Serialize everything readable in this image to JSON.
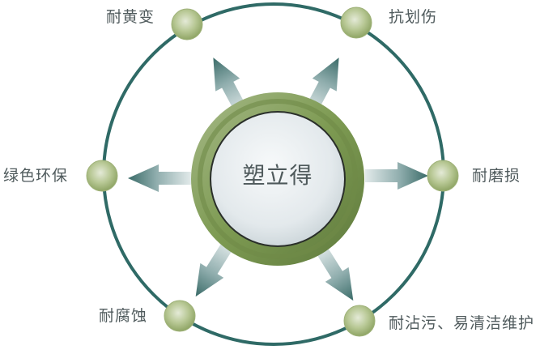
{
  "center": {
    "label": "塑立得"
  },
  "nodes": [
    {
      "id": "yellowing",
      "label": "耐黄变"
    },
    {
      "id": "scratch",
      "label": "抗划伤"
    },
    {
      "id": "eco",
      "label": "绿色环保"
    },
    {
      "id": "wear",
      "label": "耐磨损"
    },
    {
      "id": "corrosion",
      "label": "耐腐蚀"
    },
    {
      "id": "stain",
      "label": "耐沾污、易清洁维护"
    }
  ],
  "colors": {
    "ring": "#2f6a66",
    "arrow_dark": "#3d6e6b",
    "arrow_light": "#dce6e6",
    "node_green": "#a5b97e",
    "center_ring": "#7e9a55",
    "center_face": "#e8edef",
    "text": "#4f5a5c"
  }
}
